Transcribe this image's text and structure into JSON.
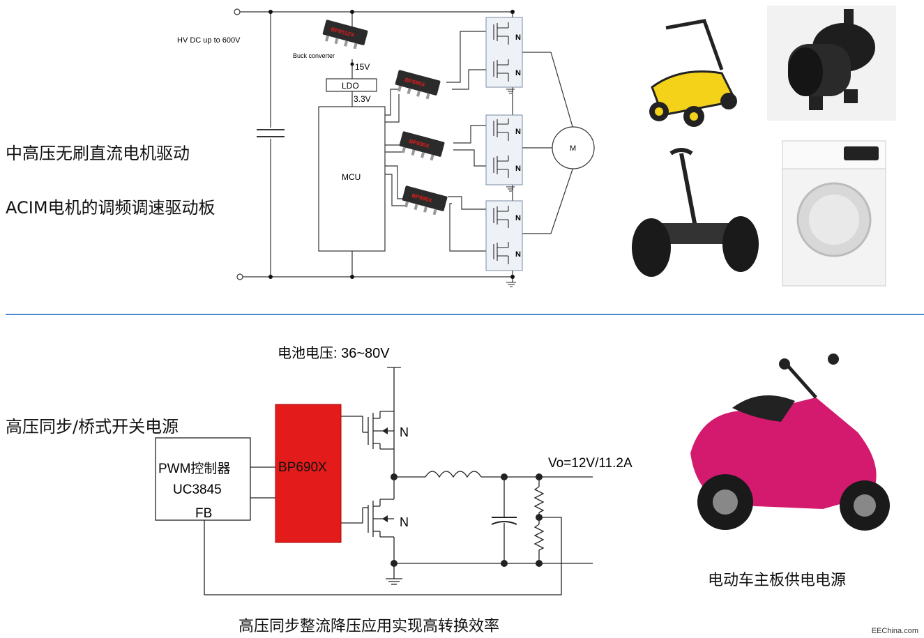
{
  "top": {
    "title_bldc": "中高压无刷直流电机驱动",
    "title_acim": "ACIM电机的调频调速驱动板",
    "hv_label": "HV DC up to 600V",
    "buck_label": "Buck converter",
    "v15": "15V",
    "ldo": "LDO",
    "v33": "3.3V",
    "mcu": "MCU",
    "motor": "M",
    "n_mark": "N",
    "chip_top": "BP8512X",
    "chip_driver": "BP690X"
  },
  "bottom": {
    "title": "高压同步/桥式开关电源",
    "battery": "电池电压: 36~80V",
    "pwm_line1": "PWM控制器",
    "pwm_line2": "UC3845",
    "fb": "FB",
    "chip": "BP690X",
    "n_mark": "N",
    "vo": "Vo=12V/11.2A",
    "caption": "高压同步整流降压应用实现高转换效率",
    "scooter_caption": "电动车主板供电电源"
  },
  "watermark": "EEChina.com",
  "colors": {
    "divider": "#4a86c8",
    "chip_red": "#e41b1b",
    "mosfet_box": "#eef1f6"
  },
  "icons": [
    "lawn-mower-photo",
    "water-pump-photo",
    "self-balancing-scooter-photo",
    "washing-machine-photo",
    "electric-motorcycle-photo"
  ]
}
